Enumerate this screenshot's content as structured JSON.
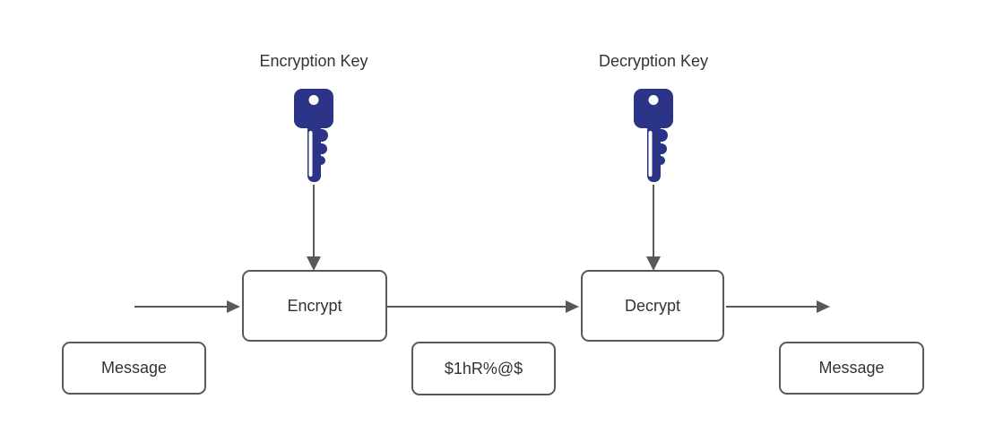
{
  "diagram": {
    "type": "encryption-flow-diagram",
    "labels": {
      "encryption_key": "Encryption Key",
      "decryption_key": "Decryption Key"
    },
    "nodes": {
      "encrypt": "Encrypt",
      "decrypt": "Decrypt",
      "message_in": "Message",
      "ciphertext": "$1hR%@$",
      "message_out": "Message"
    },
    "icons": {
      "left": "key-icon",
      "right": "key-icon"
    },
    "flow": [
      "Message",
      "Encrypt",
      "$1hR%@$",
      "Decrypt",
      "Message"
    ],
    "colors": {
      "key_fill": "#2b3487",
      "line_gray": "#595959",
      "box_border": "#595959",
      "text": "#333333",
      "background": "#ffffff"
    }
  }
}
